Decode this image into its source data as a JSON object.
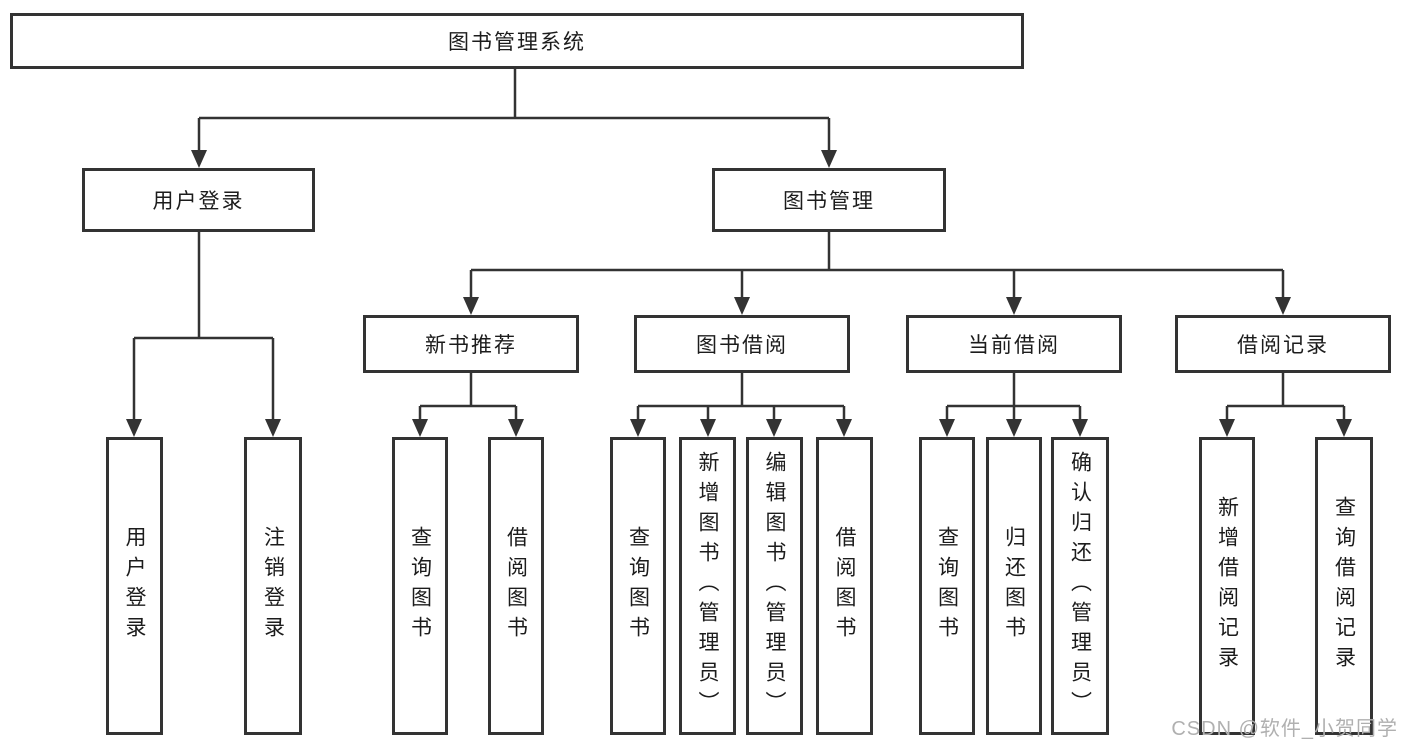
{
  "diagram": {
    "type": "hierarchy-tree",
    "root": {
      "label": "图书管理系统"
    },
    "login_branch": {
      "label": "用户登录",
      "children": [
        {
          "label": "用户登录"
        },
        {
          "label": "注销登录"
        }
      ]
    },
    "mgmt_branch": {
      "label": "图书管理",
      "groups": [
        {
          "label": "新书推荐",
          "children": [
            {
              "label": "查询图书"
            },
            {
              "label": "借阅图书"
            }
          ]
        },
        {
          "label": "图书借阅",
          "children": [
            {
              "label": "查询图书"
            },
            {
              "label": "新增图书（管理员）"
            },
            {
              "label": "编辑图书（管理员）"
            },
            {
              "label": "借阅图书"
            }
          ]
        },
        {
          "label": "当前借阅",
          "children": [
            {
              "label": "查询图书"
            },
            {
              "label": "归还图书"
            },
            {
              "label": "确认归还（管理员）"
            }
          ]
        },
        {
          "label": "借阅记录",
          "children": [
            {
              "label": "新增借阅记录"
            },
            {
              "label": "查询借阅记录"
            }
          ]
        }
      ]
    }
  },
  "watermark": {
    "text": "CSDN @软件_小贺同学"
  },
  "colors": {
    "line": "#333333",
    "box_border": "#333333",
    "box_background": "#ffffff",
    "text": "#1c1c1c",
    "watermark": "#b0b0b0",
    "background": "#ffffff"
  }
}
